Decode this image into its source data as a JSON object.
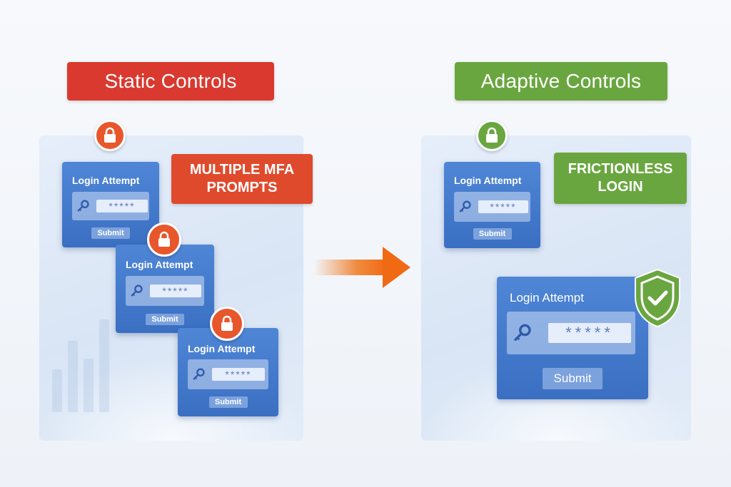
{
  "static": {
    "title": "Static Controls",
    "tag_line1": "MULTIPLE MFA",
    "tag_line2": "PROMPTS",
    "cards": [
      {
        "title": "Login Attempt",
        "password": "*****",
        "submit": "Submit"
      },
      {
        "title": "Login Attempt",
        "password": "*****",
        "submit": "Submit"
      },
      {
        "title": "Login Attempt",
        "password": "*****",
        "submit": "Submit"
      }
    ]
  },
  "adaptive": {
    "title": "Adaptive Controls",
    "tag_line1": "FRICTIONLESS",
    "tag_line2": "LOGIN",
    "cards": [
      {
        "title": "Login Attempt",
        "password": "*****",
        "submit": "Submit"
      },
      {
        "title": "Login Attempt",
        "password": "*****",
        "submit": "Submit"
      }
    ]
  },
  "icons": {
    "lock": "padlock-icon",
    "key": "key-icon",
    "arrow": "right-arrow-icon",
    "shield": "shield-check-icon"
  },
  "colors": {
    "static_red": "#d9392f",
    "static_orange": "#e8562b",
    "adaptive_green": "#6aa640",
    "card_blue": "#3f76c8",
    "arrow_orange": "#f0781f"
  }
}
